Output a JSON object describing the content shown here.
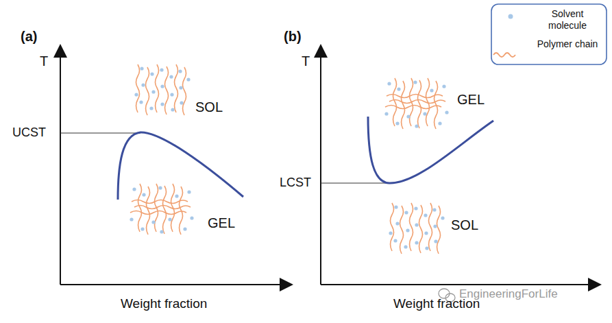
{
  "diagram": {
    "labels": [
      "(a)",
      "T",
      "UCST",
      "SOL",
      "GEL",
      "Weight fraction",
      "(b)",
      "T",
      "GEL",
      "LCST",
      "SOL",
      "Weight fraction",
      "EngineeringForLife"
    ],
    "legend": [
      {
        "text": "Solvent molecule"
      },
      {
        "text": "Polymer chain"
      }
    ]
  }
}
